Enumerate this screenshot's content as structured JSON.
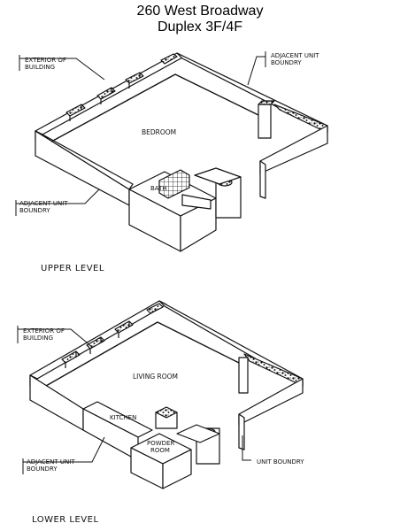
{
  "header": {
    "line1": "260 West Broadway",
    "line2": "Duplex 3F/4F"
  },
  "upper": {
    "level_label": "UPPER LEVEL",
    "exterior_line1": "EXTERIOR OF",
    "exterior_line2": "BUILDING",
    "adjacent_top_line1": "ADJACENT UNIT",
    "adjacent_top_line2": "BOUNDRY",
    "adjacent_left_line1": "ADJACENT UNIT",
    "adjacent_left_line2": "BOUNDRY",
    "room_bedroom": "BEDROOM",
    "room_bath": "BATH"
  },
  "lower": {
    "level_label": "LOWER LEVEL",
    "exterior_line1": "EXTERIOR OF",
    "exterior_line2": "BUILDING",
    "adjacent_line1": "ADJACENT UNIT",
    "adjacent_line2": "BOUNDRY",
    "unit_boundry": "UNIT BOUNDRY",
    "room_living": "LIVING ROOM",
    "room_kitchen": "KITCHEN",
    "room_powder_line1": "POWDER",
    "room_powder_line2": "ROOM"
  }
}
